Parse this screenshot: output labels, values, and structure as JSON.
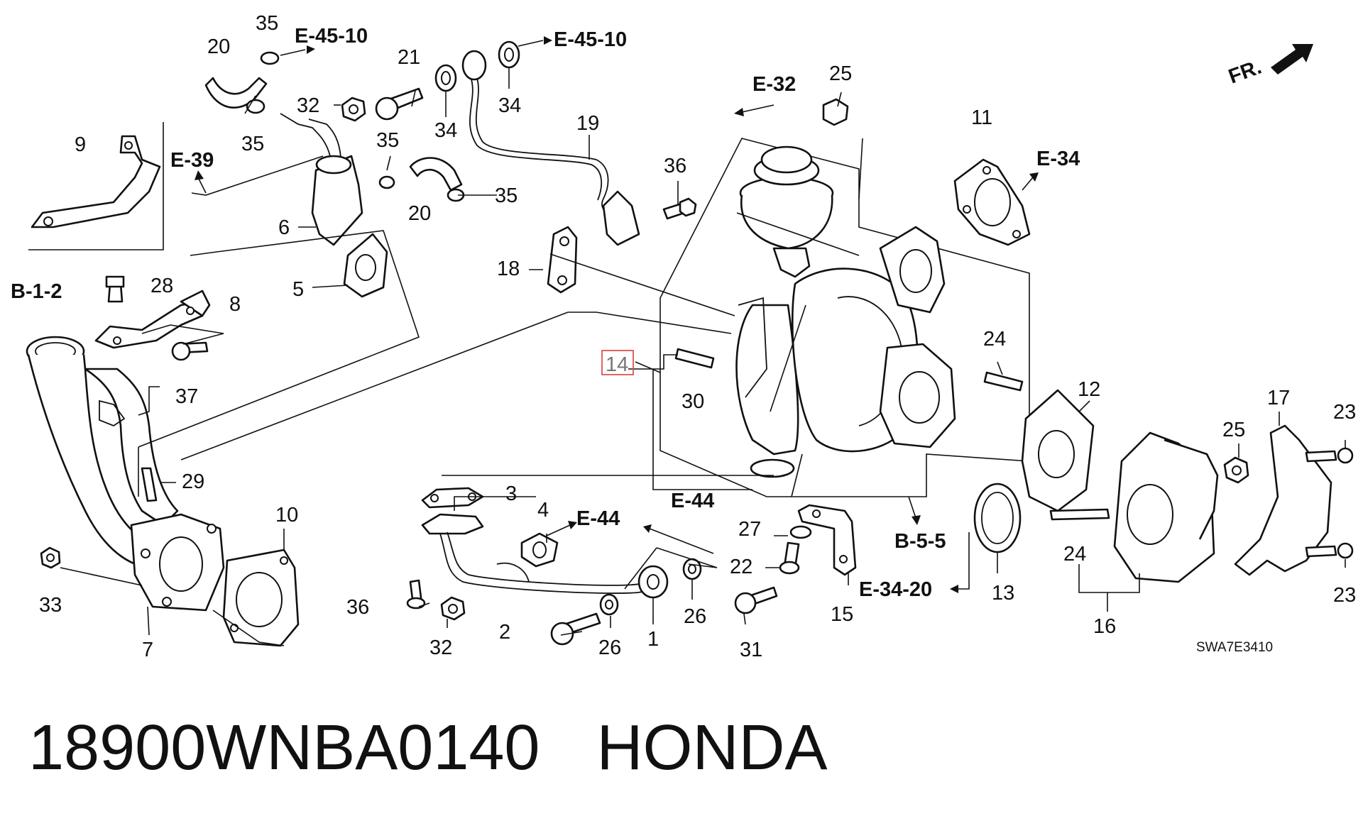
{
  "diagram": {
    "callouts": {
      "c1": "1",
      "c2": "2",
      "c3": "3",
      "c4": "4",
      "c5": "5",
      "c6": "6",
      "c7": "7",
      "c8": "8",
      "c9": "9",
      "c10": "10",
      "c11": "11",
      "c12": "12",
      "c13": "13",
      "c14": "14",
      "c15": "15",
      "c16": "16",
      "c17": "17",
      "c18": "18",
      "c19": "19",
      "c20a": "20",
      "c20b": "20",
      "c21": "21",
      "c22": "22",
      "c23a": "23",
      "c23b": "23",
      "c24a": "24",
      "c24b": "24",
      "c25a": "25",
      "c25b": "25",
      "c26a": "26",
      "c26b": "26",
      "c27": "27",
      "c28": "28",
      "c29": "29",
      "c30": "30",
      "c31": "31",
      "c32a": "32",
      "c32b": "32",
      "c33": "33",
      "c34a": "34",
      "c34b": "34",
      "c35a": "35",
      "c35b": "35",
      "c35c": "35",
      "c35d": "35",
      "c36a": "36",
      "c36b": "36",
      "c37": "37"
    },
    "references": {
      "r1": "E-45-10",
      "r2": "E-45-10",
      "r3": "E-32",
      "r4": "E-34",
      "r5": "E-39",
      "r6": "B-1-2",
      "r7": "E-44",
      "r8": "E-44",
      "r9": "B-5-5",
      "r10": "E-34-20"
    },
    "front_marker": "FR.",
    "diagram_code": "SWA7E3410"
  },
  "caption": {
    "part_number": "18900WNBA0140",
    "brand": "HONDA"
  },
  "colors": {
    "highlight": "#e05050",
    "ink": "#111111"
  }
}
